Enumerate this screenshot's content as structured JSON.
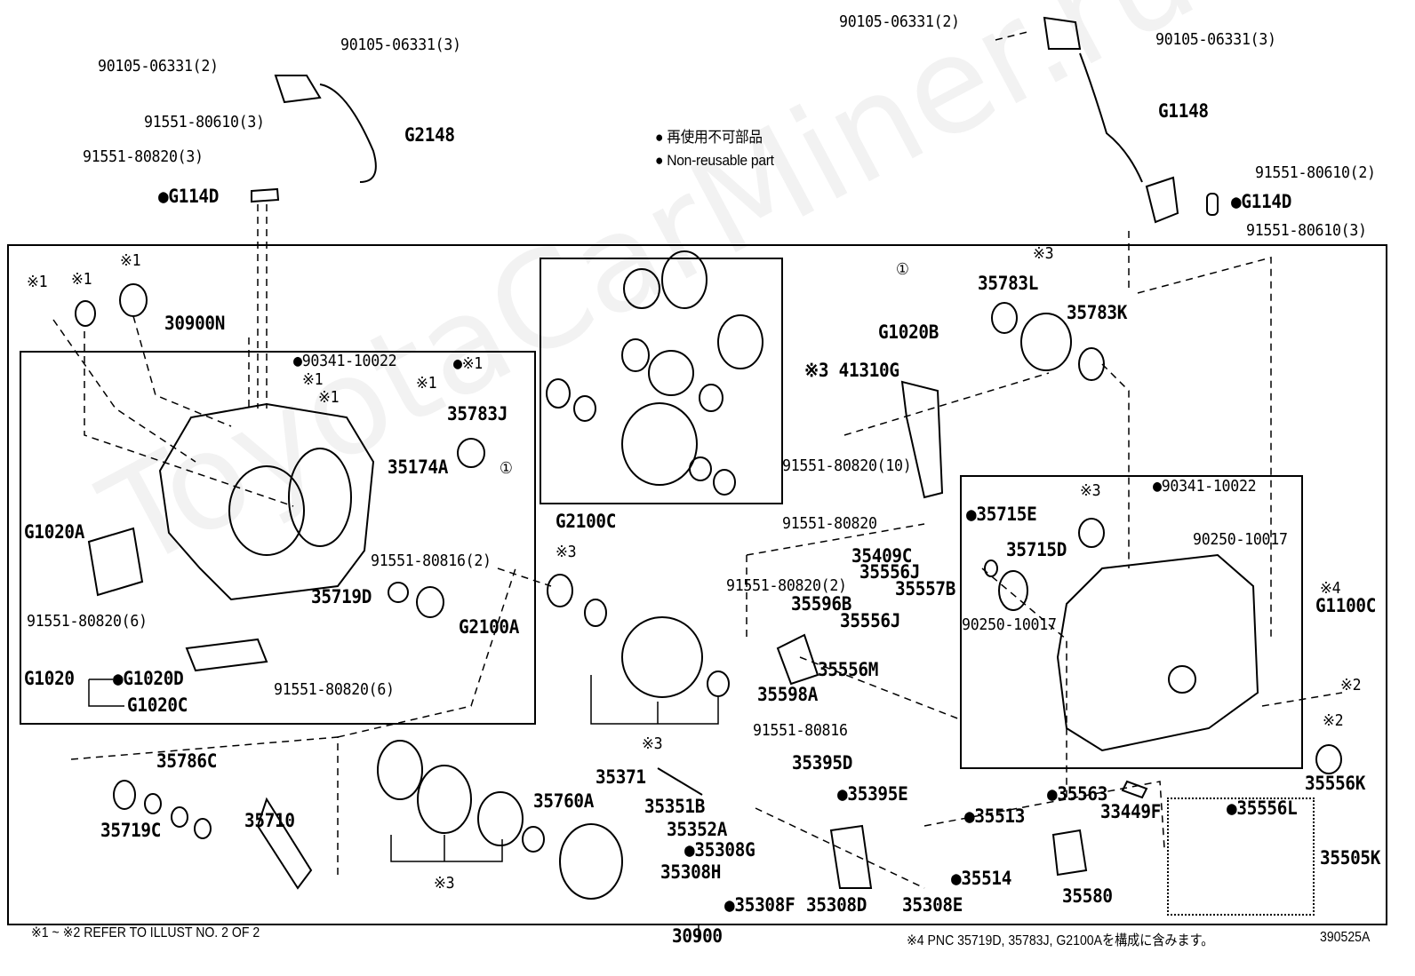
{
  "legend": {
    "jp": "● 再使用不可部品",
    "en": "● Non-reusable part"
  },
  "watermark": "ToyotaCarMiner.ru",
  "labels": [
    "90105-06331(2)",
    "90105-06331(3)",
    "91551-80610(3)",
    "G2148",
    "91551-80820(3)",
    "●G114D",
    "90105-06331(2)",
    "90105-06331(3)",
    "G1148",
    "91551-80610(2)",
    "●G114D",
    "91551-80610(3)",
    "※1",
    "※1",
    "※1",
    "30900N",
    "●90341-10022",
    "●※1",
    "※1",
    "※1",
    "※1",
    "35783J",
    "①",
    "35174A",
    "G2100C",
    "G1020A",
    "91551-80816(2)",
    "35719D",
    "G2100A",
    "91551-80820(6)",
    "G1020",
    "●G1020D",
    "G1020C",
    "91551-80820(6)",
    "※3 41310G",
    "①",
    "※3",
    "35783L",
    "35783K",
    "G1020B",
    "91551-80820(10)",
    "※3",
    "●90341-10022",
    "91551-80820",
    "●35715E",
    "35715D",
    "35409C",
    "90250-10017",
    "35556J",
    "※4",
    "G1100C",
    "91551-80820(2)",
    "35557B",
    "35596B",
    "35556J",
    "90250-10017",
    "35556M",
    "35598A",
    "※2",
    "※2",
    "91551-80816",
    "35395D",
    "35556K",
    "35786C",
    "35371",
    "●35395E",
    "●35563",
    "33449F",
    "●35556L",
    "35351B",
    "●35513",
    "35719C",
    "35710",
    "35760A",
    "35352A",
    "●35308G",
    "※3",
    "35308H",
    "●35514",
    "35580",
    "35505K",
    "●35308F",
    "35308D",
    "35308E",
    "※3",
    "※3",
    "30900"
  ],
  "footer": {
    "left": "※1 ~ ※2 REFER TO ILLUST NO. 2 OF 2",
    "right": "※4 PNC 35719D, 35783J, G2100Aを構成に含みます。",
    "code": "390525A"
  }
}
